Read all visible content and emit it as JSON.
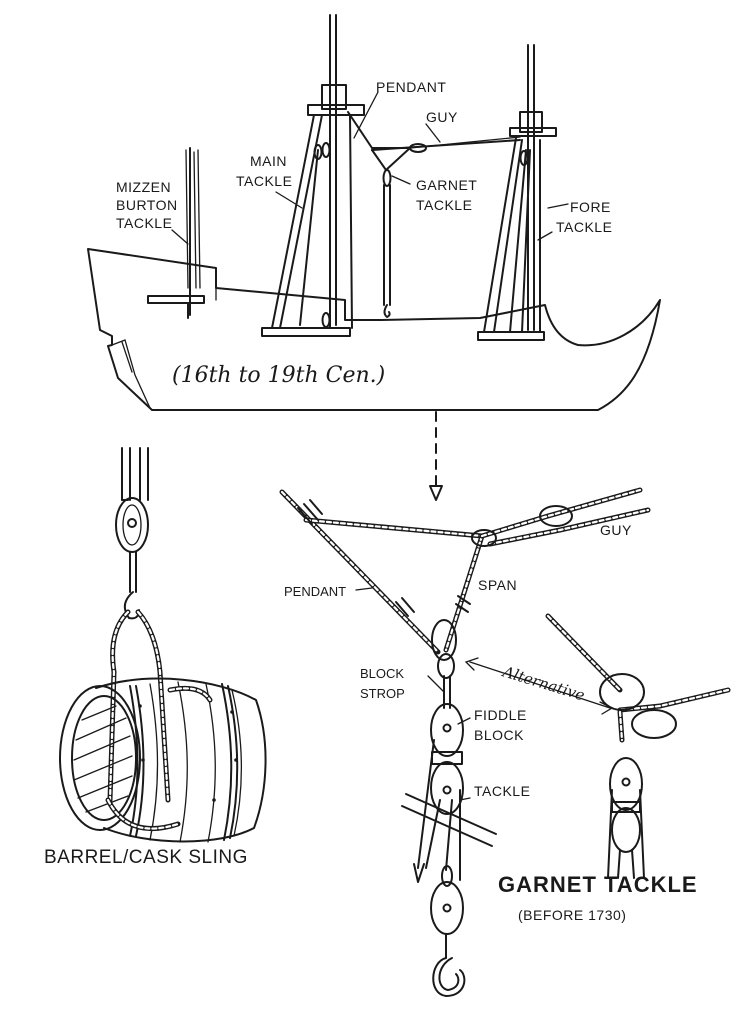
{
  "ship_diagram": {
    "era_label": "(16th to 19th Cen.)",
    "labels": {
      "pendant": "PENDANT",
      "guy": "GUY",
      "main_tackle_1": "MAIN",
      "main_tackle_2": "TACKLE",
      "garnet_tackle_1": "GARNET",
      "garnet_tackle_2": "TACKLE",
      "mizzen_1": "MIZZEN",
      "mizzen_2": "BURTON",
      "mizzen_3": "TACKLE",
      "fore_tackle_1": "FORE",
      "fore_tackle_2": "TACKLE"
    }
  },
  "barrel_sling": {
    "caption": "BARREL/CASK SLING"
  },
  "garnet_detail": {
    "labels": {
      "guy": "GUY",
      "pendant": "PENDANT",
      "span": "SPAN",
      "block_strop_1": "BLOCK",
      "block_strop_2": "STROP",
      "fiddle_block_1": "FIDDLE",
      "fiddle_block_2": "BLOCK",
      "tackle": "TACKLE",
      "alternative": "Alternative"
    },
    "title": "GARNET TACKLE",
    "subtitle": "(BEFORE 1730)"
  },
  "colors": {
    "ink": "#1a1a1a",
    "paper": "#ffffff"
  }
}
